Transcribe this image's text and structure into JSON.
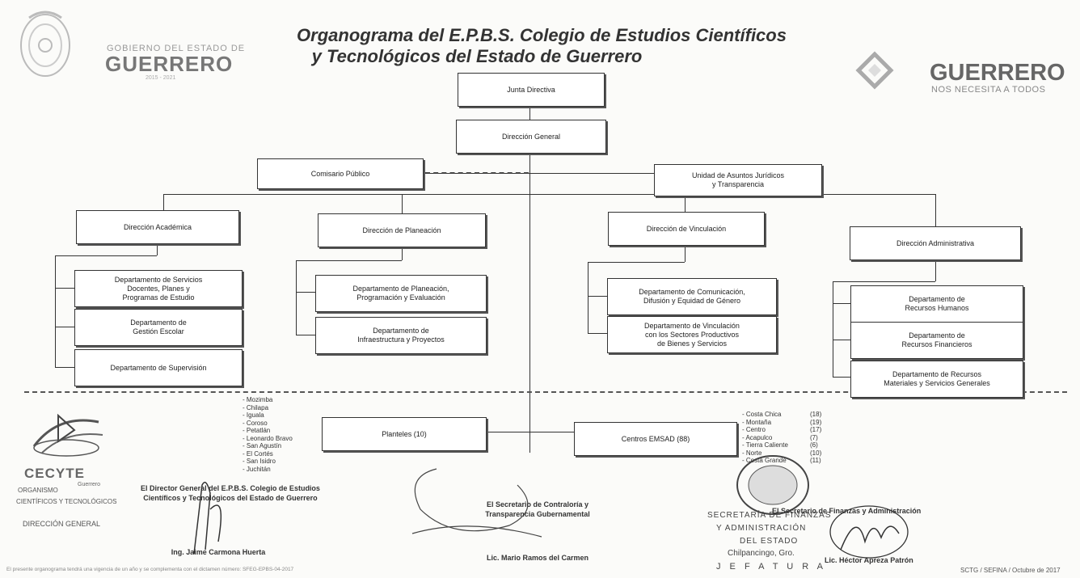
{
  "header": {
    "title_line1": "Organograma del E.P.B.S. Colegio de Estudios  Científicos",
    "title_line2": "y Tecnológicos del Estado de Guerrero",
    "gov_small": "GOBIERNO DEL ESTADO DE",
    "gov_big": "GUERRERO",
    "gov_sub": "2015 - 2021",
    "right_logo_big": "GUERRERO",
    "right_logo_small": "NOS NECESITA A TODOS"
  },
  "org": {
    "junta": "Junta Directiva",
    "direccion_general": "Dirección General",
    "comisario": "Comisario Público",
    "unidad_juridicos": "Unidad de Asuntos Jurídicos\ny Transparencia",
    "dir_academica": "Dirección Académica",
    "dir_planeacion": "Dirección de Planeación",
    "dir_vinculacion": "Dirección de Vinculación",
    "dir_administrativa": "Dirección Administrativa",
    "dep_servicios_docentes": "Departamento de Servicios\nDocentes, Planes y\nProgramas de Estudio",
    "dep_gestion_escolar": "Departamento de\nGestión Escolar",
    "dep_supervision": "Departamento de Supervisión",
    "dep_planeacion": "Departamento de Planeación,\nProgramación y Evaluación",
    "dep_infraestructura": "Departamento de\nInfraestructura y Proyectos",
    "dep_comunicacion": "Departamento de Comunicación,\nDifusión y Equidad de Género",
    "dep_vinculacion_sectores": "Departamento de Vinculación\ncon los Sectores Productivos\nde Bienes y Servicios",
    "dep_recursos_humanos": "Departamento de\nRecursos Humanos",
    "dep_recursos_financieros": "Departamento de\nRecursos Financieros",
    "dep_recursos_materiales": "Departamento de Recursos\nMateriales y Servicios Generales",
    "planteles": "Planteles (10)",
    "centros_emsad": "Centros EMSAD (88)"
  },
  "planteles_list": "- Mozimba\n- Chilapa\n- Iguala\n- Coroso\n- Petatlán\n- Leonardo Bravo\n- San Agustín\n- El Cortés\n- San Isidro\n- Juchitán",
  "emsad_list": {
    "names": "- Costa Chica\n- Montaña\n- Centro\n- Acapulco\n- Tierra Caliente\n- Norte\n- Costa Grande",
    "counts": "(18)\n(19)\n(17)\n(7)\n(6)\n(10)\n(11)"
  },
  "signatures": {
    "left_role": "El Director General del E.P.B.S. Colegio de Estudios\nCientíficos y Tecnológicos del Estado de Guerrero",
    "left_name": "Ing. Jaime Carmona Huerta",
    "center_role": "El Secretario de Contraloría y\nTransparencia Gubernamental",
    "center_name": "Lic. Mario Ramos del Carmen",
    "right_role": "El Secretario de Finanzas y Administración",
    "right_name": "Lic. Héctor Apreza Patrón"
  },
  "cecyte": {
    "logo_text": "CECYTE",
    "sub": "Guerrero",
    "line1": "ORGANISMO",
    "line2": "CIENTÍFICOS Y TECNOLÓGICOS",
    "line3": "DIRECCIÓN GENERAL"
  },
  "stamp": {
    "line1": "SECRETARÍA DE FINANZAS",
    "line2": "Y ADMINISTRACIÓN",
    "line3": "DEL ESTADO",
    "line4": "Chilpancingo, Gro.",
    "line5": "J E F A T U R A"
  },
  "footer": {
    "note": "El presente organograma tendrá una vigencia de un año y se complementa con el dictamen número: SFEG-EPBS-04-2017",
    "right": "SCTG / SEFINA / Octubre de 2017"
  }
}
